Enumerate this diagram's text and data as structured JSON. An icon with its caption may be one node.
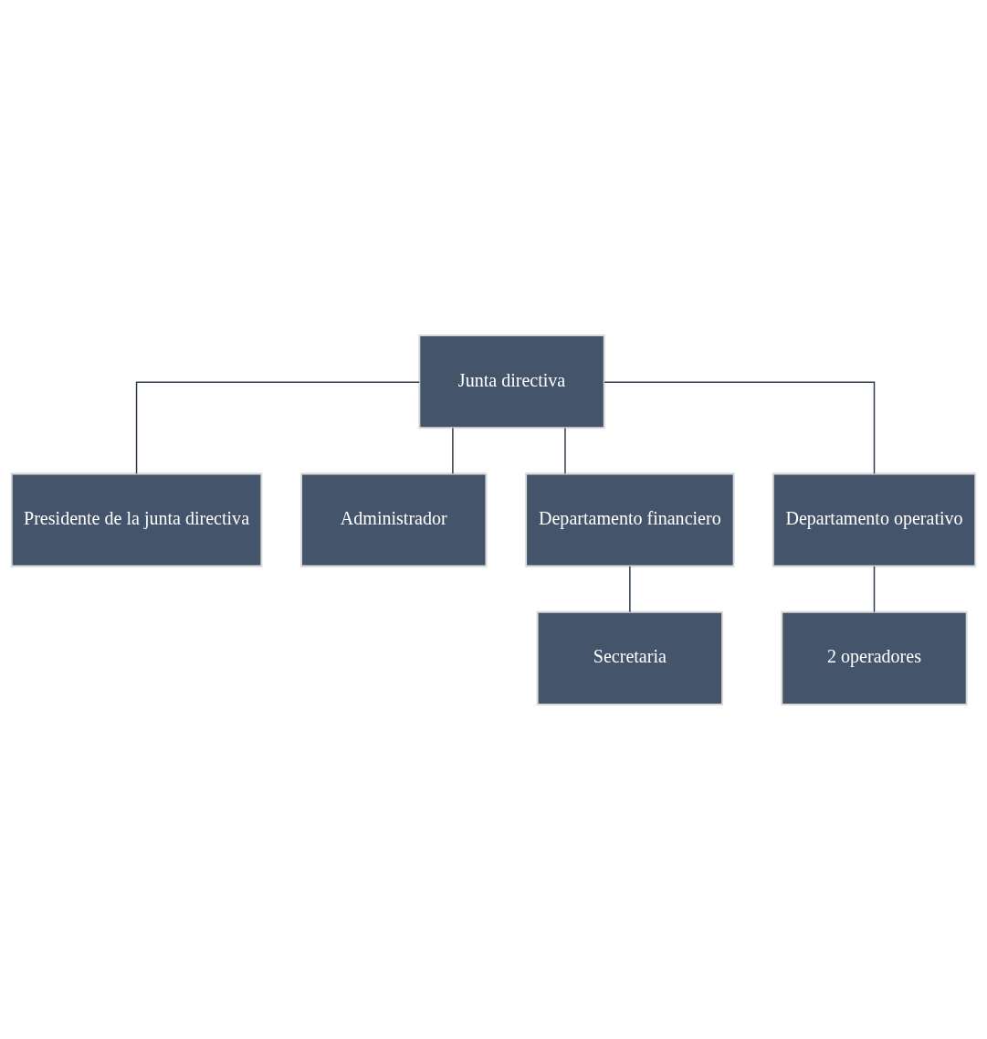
{
  "diagram": {
    "nodes": [
      {
        "text": [
          "Junta directiva"
        ]
      },
      {
        "text": [
          "Presidente de la junta directiva"
        ]
      },
      {
        "text": [
          "Administrador"
        ]
      },
      {
        "text": [
          "Departamento financiero"
        ]
      },
      {
        "text": [
          "Departamento operativo"
        ]
      },
      {
        "text": [
          "Secretaria"
        ]
      },
      {
        "text": [
          "2 operadores"
        ]
      }
    ],
    "edges": [
      {
        "from": 0,
        "to": 1,
        "arrow": "none"
      },
      {
        "from": 0,
        "to": 2,
        "arrow": "none"
      },
      {
        "from": 0,
        "to": 3,
        "arrow": "none"
      },
      {
        "from": 0,
        "to": 4,
        "arrow": "none"
      },
      {
        "from": 3,
        "to": 5,
        "arrow": "none"
      },
      {
        "from": 4,
        "to": 6,
        "arrow": "none"
      }
    ]
  }
}
